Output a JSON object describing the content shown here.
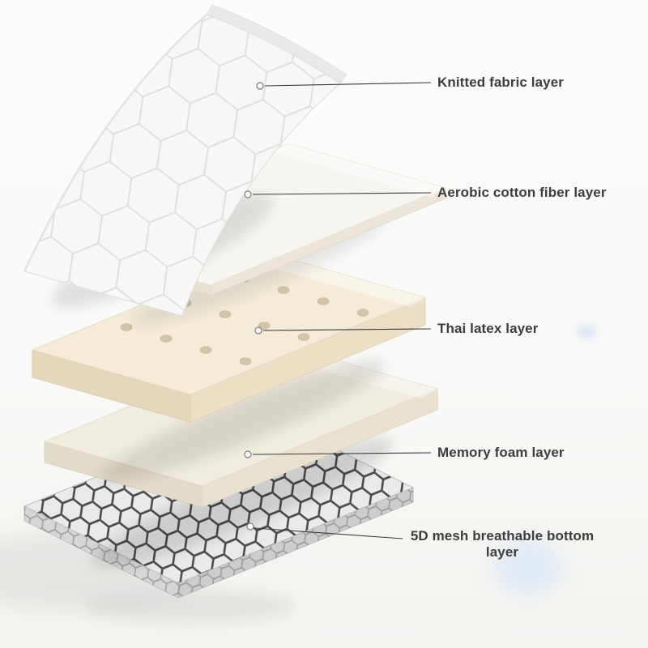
{
  "scene": {
    "type": "product-layer-diagram",
    "subject": "mattress exploded layer view"
  },
  "labels": [
    {
      "text": "Knitted fabric layer"
    },
    {
      "text": "Aerobic cotton fiber layer"
    },
    {
      "text": "Thai latex layer"
    },
    {
      "text": "Memory foam layer"
    },
    {
      "text": "5D mesh breathable bottom layer"
    }
  ],
  "colors": {
    "background": "#fbfbfa",
    "label_text": "#3d3d3d",
    "leader_line": "#3a3a3a",
    "fabric_top": "#f7f7f6",
    "quilt_line": "#dedede",
    "cotton_top": "#f7f5f0",
    "latex_top": "#f4ecd9",
    "latex_hole": "#d3c5a9",
    "foam_top": "#f1ece0",
    "mesh_base": "#eaeaea",
    "mesh_line": "#4a4a4a",
    "accent_glow": "#cfe2f6"
  }
}
